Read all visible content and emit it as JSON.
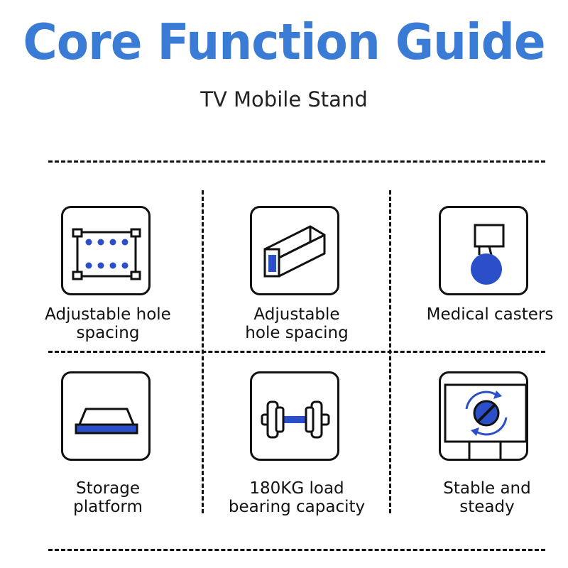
{
  "header": {
    "title": "Core Function Guide",
    "subtitle": "TV Mobile Stand"
  },
  "features": [
    {
      "icon": "hole-plate-icon",
      "line1": "Adjustable hole",
      "line2": "spacing"
    },
    {
      "icon": "square-tube-icon",
      "line1": "Adjustable",
      "line2": "hole spacing"
    },
    {
      "icon": "caster-wheel-icon",
      "line1": "Medical casters",
      "line2": ""
    },
    {
      "icon": "storage-platform-icon",
      "line1": "Storage",
      "line2": "platform"
    },
    {
      "icon": "dumbbell-icon",
      "line1": "180KG load",
      "line2": "bearing capacity"
    },
    {
      "icon": "stable-screen-icon",
      "line1": "Stable and",
      "line2": "steady"
    }
  ],
  "colors": {
    "accent": "#3a7bd5",
    "icon_blue": "#2a4fc9",
    "line": "#111111"
  }
}
